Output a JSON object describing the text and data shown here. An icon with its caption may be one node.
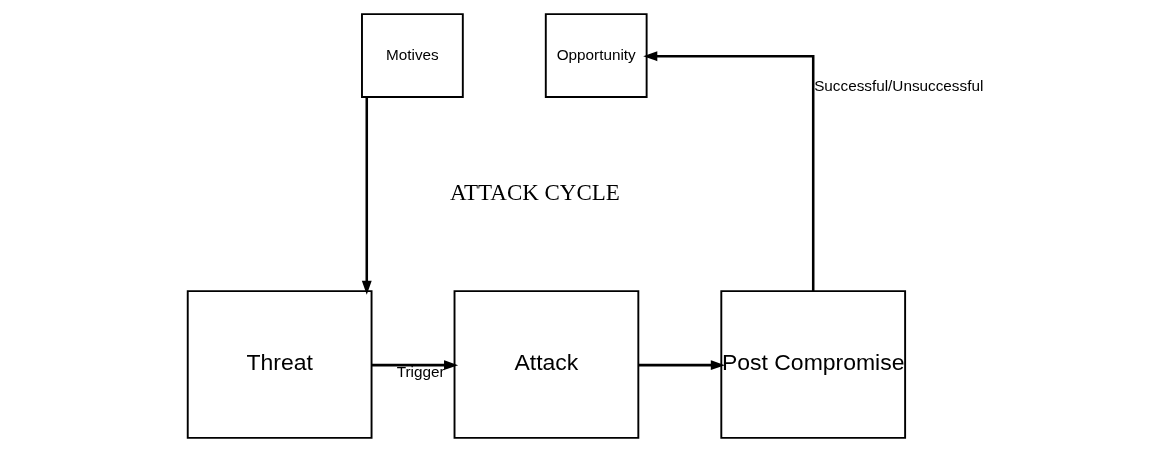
{
  "diagram": {
    "nodes": [
      {
        "text": [
          "Motives"
        ]
      },
      {
        "text": [
          "Opportunity"
        ]
      },
      {
        "text": [
          "Threat"
        ]
      },
      {
        "text": [
          "Attack"
        ]
      },
      {
        "text": [
          "Post Compromise"
        ]
      }
    ],
    "edges": [
      {
        "from": 0,
        "to": 2,
        "arrow": "to"
      },
      {
        "from": 2,
        "to": 3,
        "arrow": "to",
        "label": "Trigger"
      },
      {
        "from": 3,
        "to": 4,
        "arrow": "to"
      },
      {
        "from": 4,
        "to": 1,
        "arrow": "to",
        "label": "Successful/Unsuccessful"
      }
    ],
    "labels": [
      "ATTACK CYCLE"
    ]
  }
}
